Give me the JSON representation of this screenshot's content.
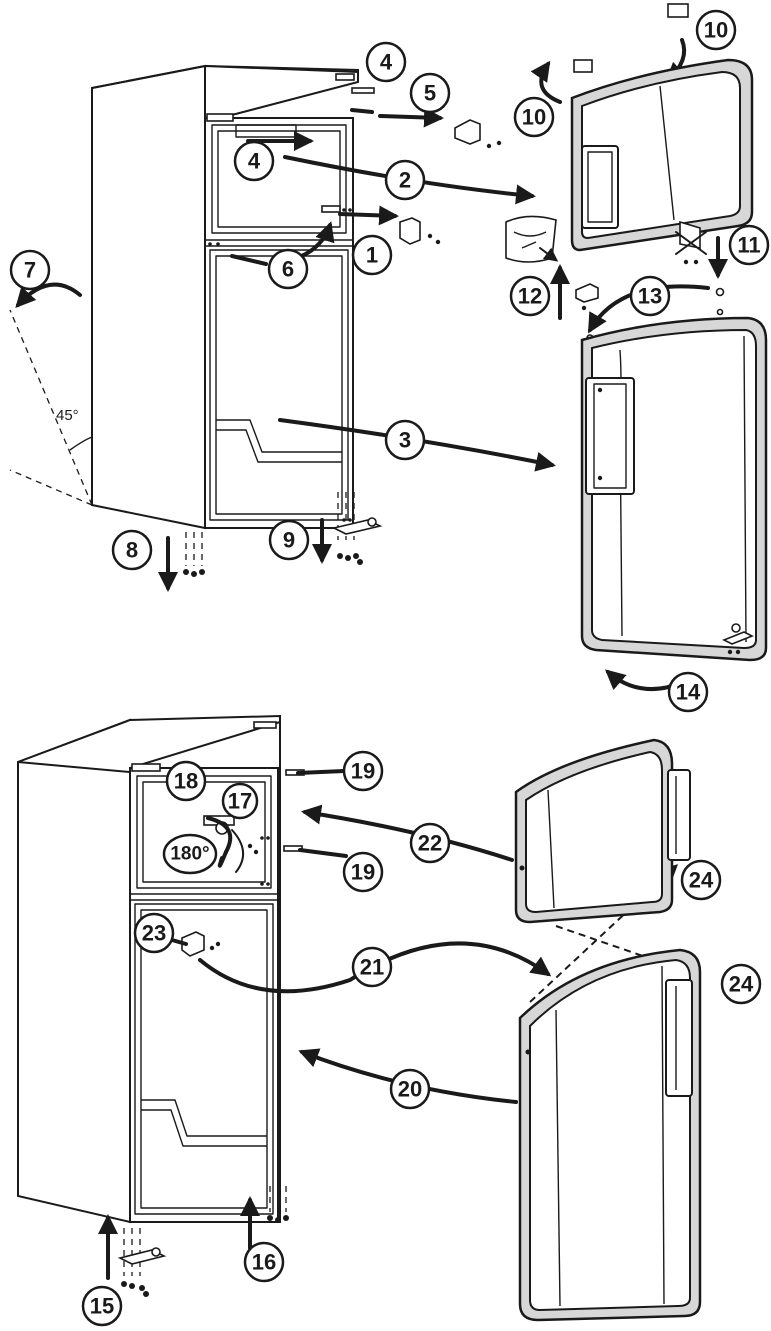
{
  "diagram": {
    "step_labels": {
      "s1": "1",
      "s2": "2",
      "s3": "3",
      "s4a": "4",
      "s4b": "4",
      "s5": "5",
      "s6": "6",
      "s7": "7",
      "s8": "8",
      "s9": "9",
      "s10a": "10",
      "s10b": "10",
      "s11": "11",
      "s12": "12",
      "s13": "13",
      "s14": "14",
      "s15": "15",
      "s16": "16",
      "s17": "17",
      "s18": "18",
      "s19a": "19",
      "s19b": "19",
      "s20": "20",
      "s21": "21",
      "s22": "22",
      "s23": "23",
      "s24a": "24",
      "s24b": "24"
    },
    "angle_label": "45°",
    "rotation_label": "180°"
  }
}
